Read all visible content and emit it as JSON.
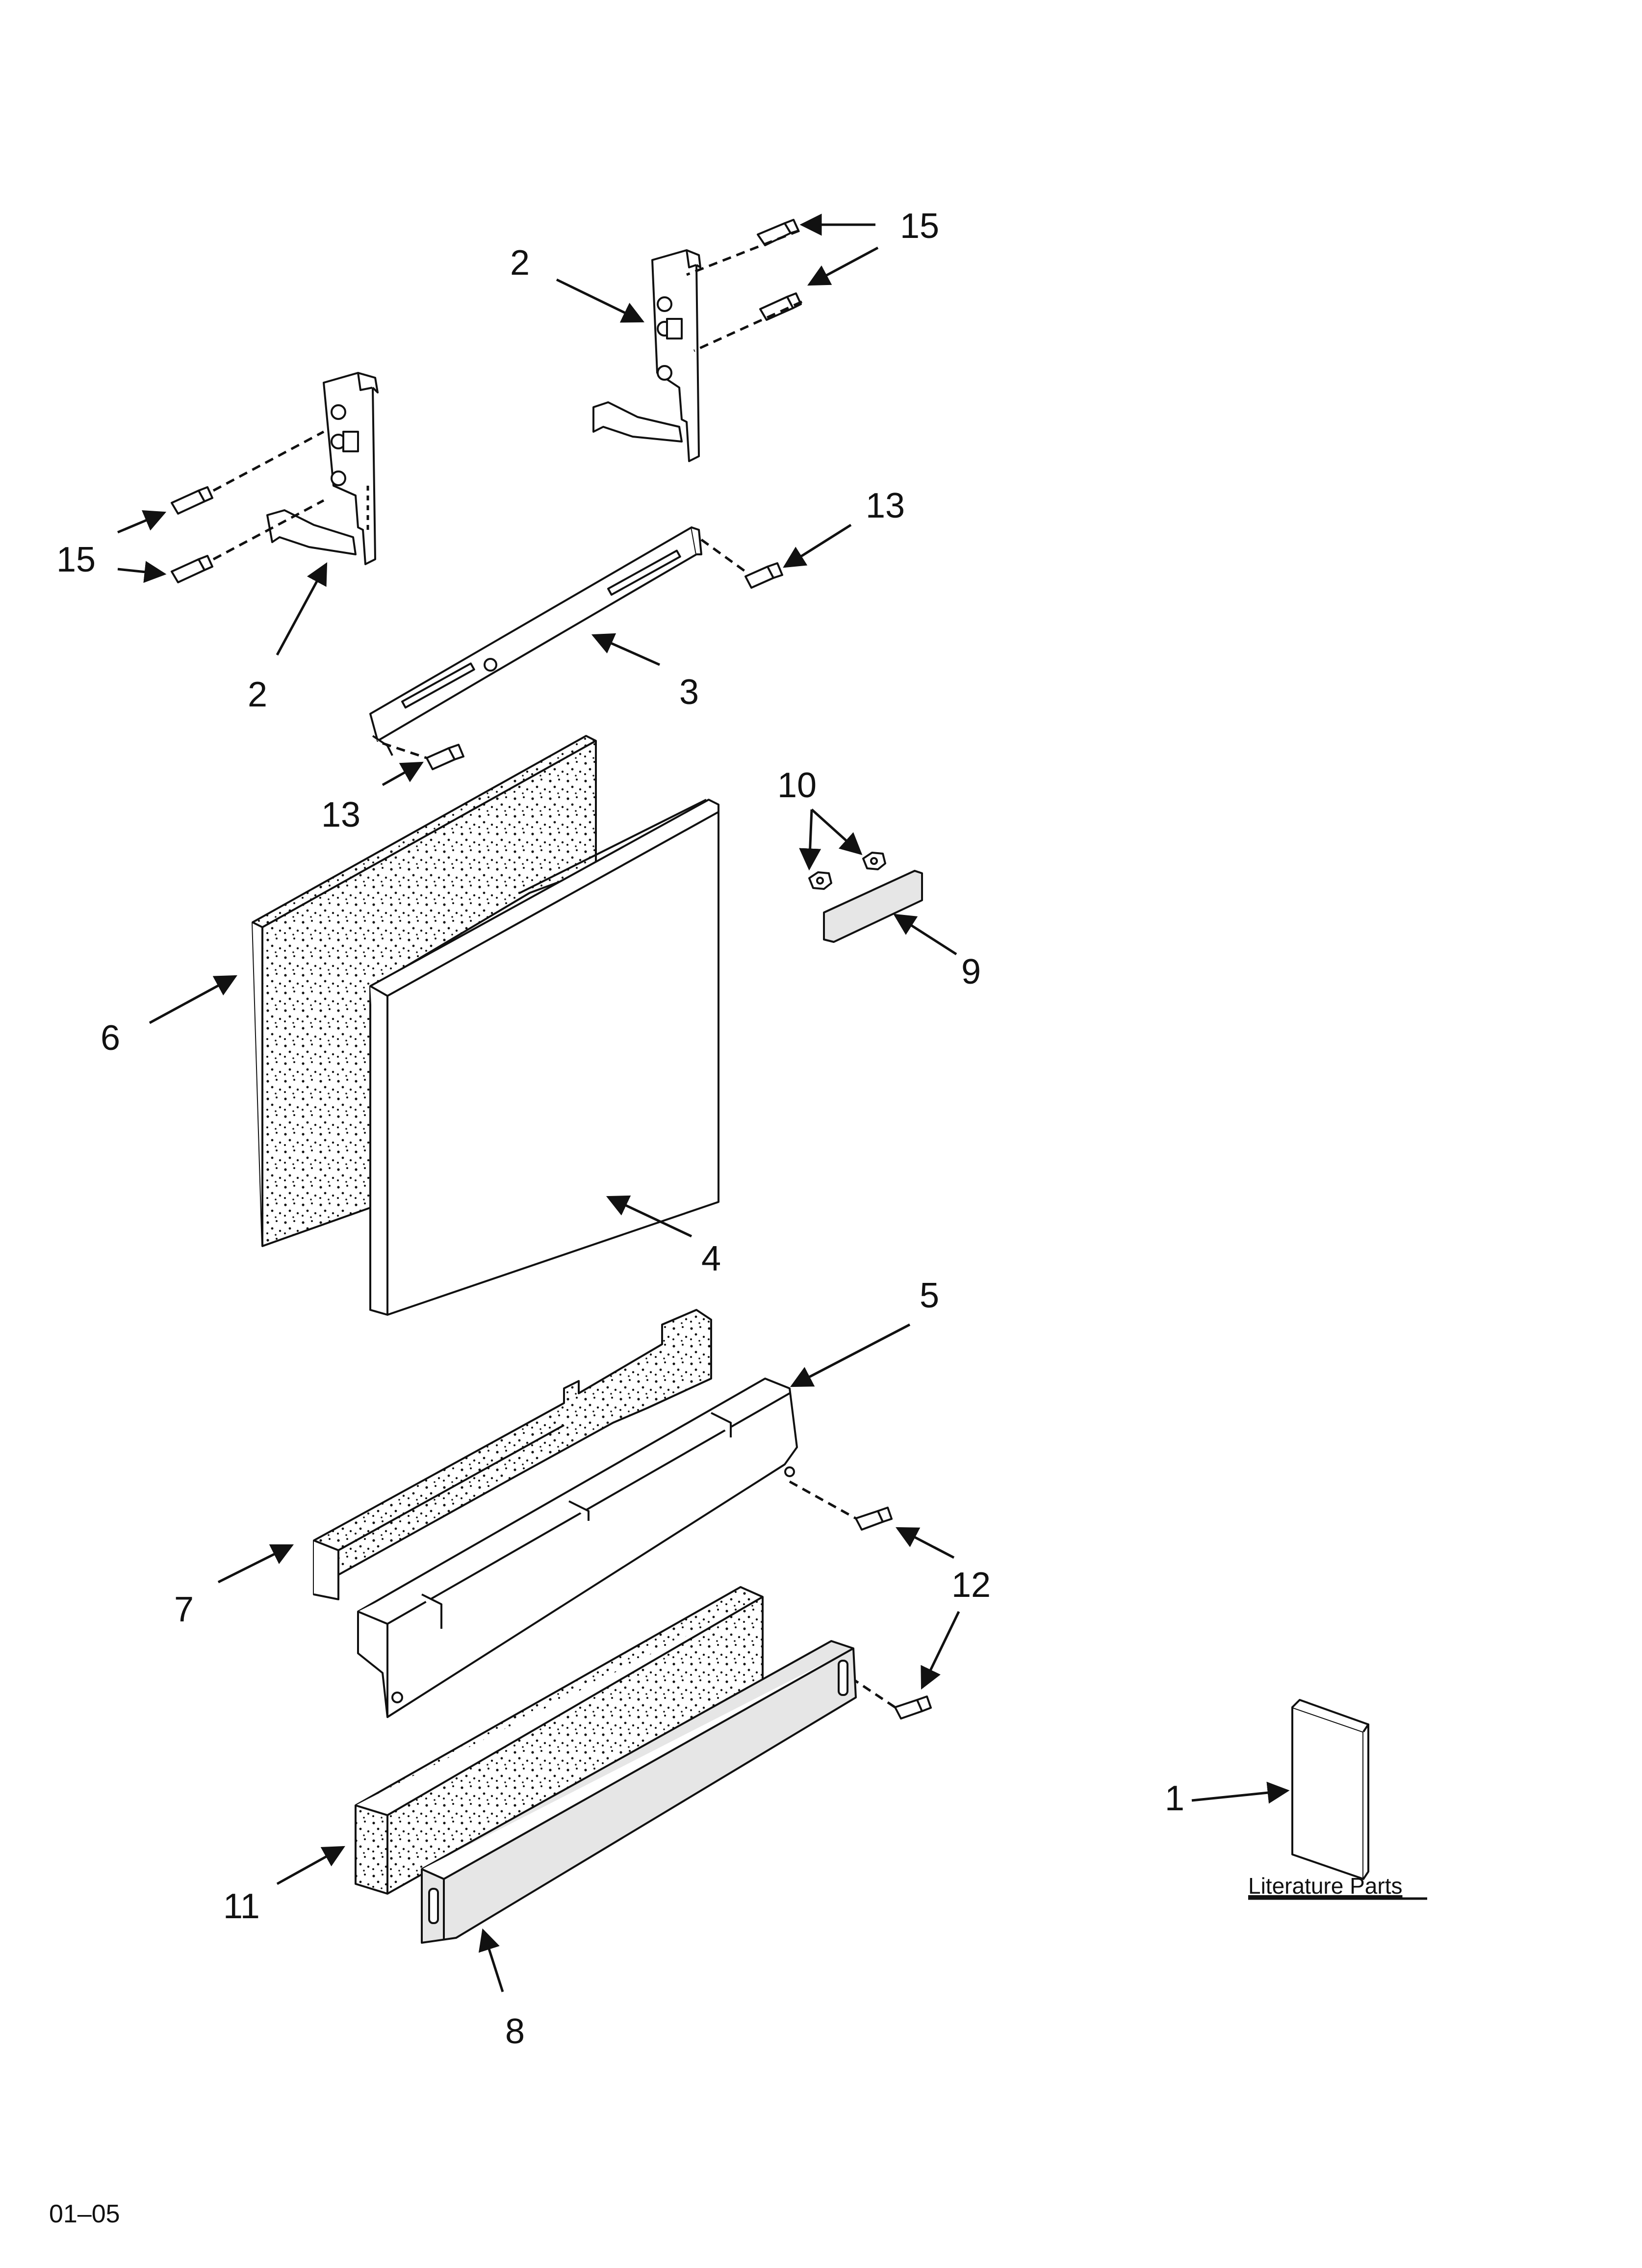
{
  "callouts": {
    "c1": "1",
    "c2a": "2",
    "c2b": "2",
    "c3": "3",
    "c4": "4",
    "c5": "5",
    "c6": "6",
    "c7": "7",
    "c8": "8",
    "c9": "9",
    "c10": "10",
    "c11": "11",
    "c12": "12",
    "c13a": "13",
    "c13b": "13",
    "c15a": "15",
    "c15b": "15"
  },
  "literature_label": "Literature Parts",
  "footer_code": "01–05"
}
